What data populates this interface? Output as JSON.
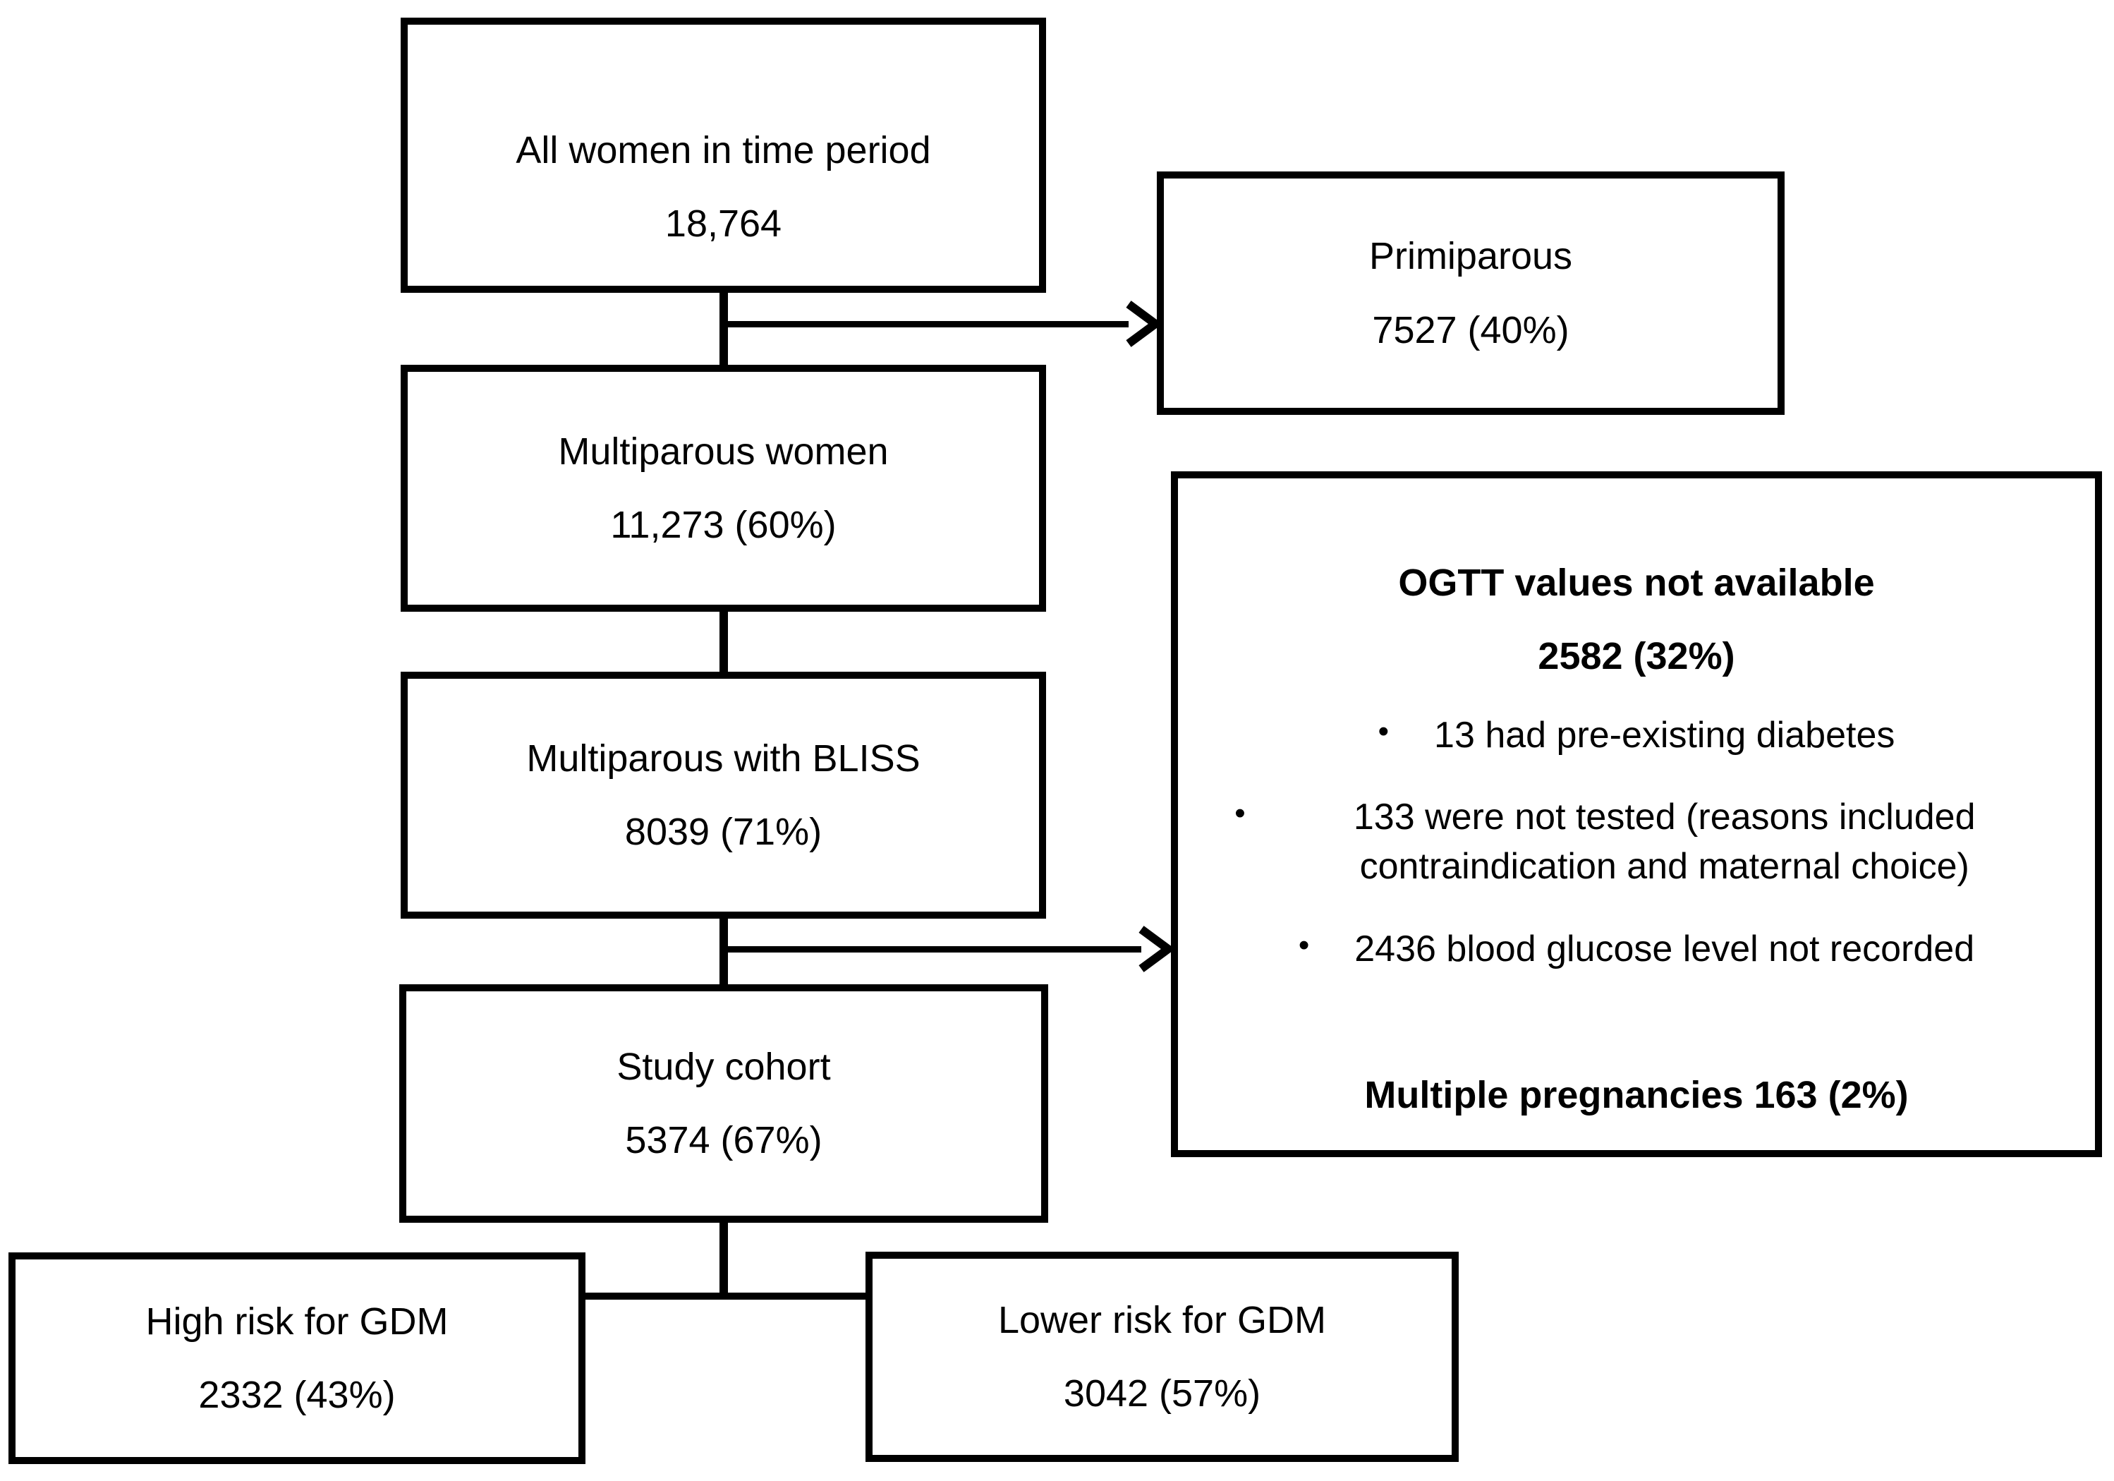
{
  "colors": {
    "line": "#000000",
    "background": "#ffffff",
    "text": "#000000"
  },
  "bullet_char": "•",
  "boxes": {
    "all_women": {
      "line1": "All women in time period",
      "line2": "18,764"
    },
    "primiparous": {
      "line1": "Primiparous",
      "line2": "7527 (40%)"
    },
    "multiparous_women": {
      "line1": "Multiparous women",
      "line2": "11,273 (60%)"
    },
    "multiparous_bliss": {
      "line1": "Multiparous with BLISS",
      "line2": "8039 (71%)"
    },
    "ogtt": {
      "heading": "OGTT values not available",
      "count": "2582 (32%)",
      "bullets": [
        "13 had pre-existing diabetes",
        "133 were not tested (reasons included contraindication and maternal choice)",
        "2436 blood glucose level not recorded"
      ],
      "footer": "Multiple pregnancies 163 (2%)"
    },
    "study_cohort": {
      "line1": "Study cohort",
      "line2": "5374 (67%)"
    },
    "high_risk": {
      "line1": "High risk for GDM",
      "line2": "2332 (43%)"
    },
    "lower_risk": {
      "line1": "Lower risk for GDM",
      "line2": "3042 (57%)"
    }
  }
}
